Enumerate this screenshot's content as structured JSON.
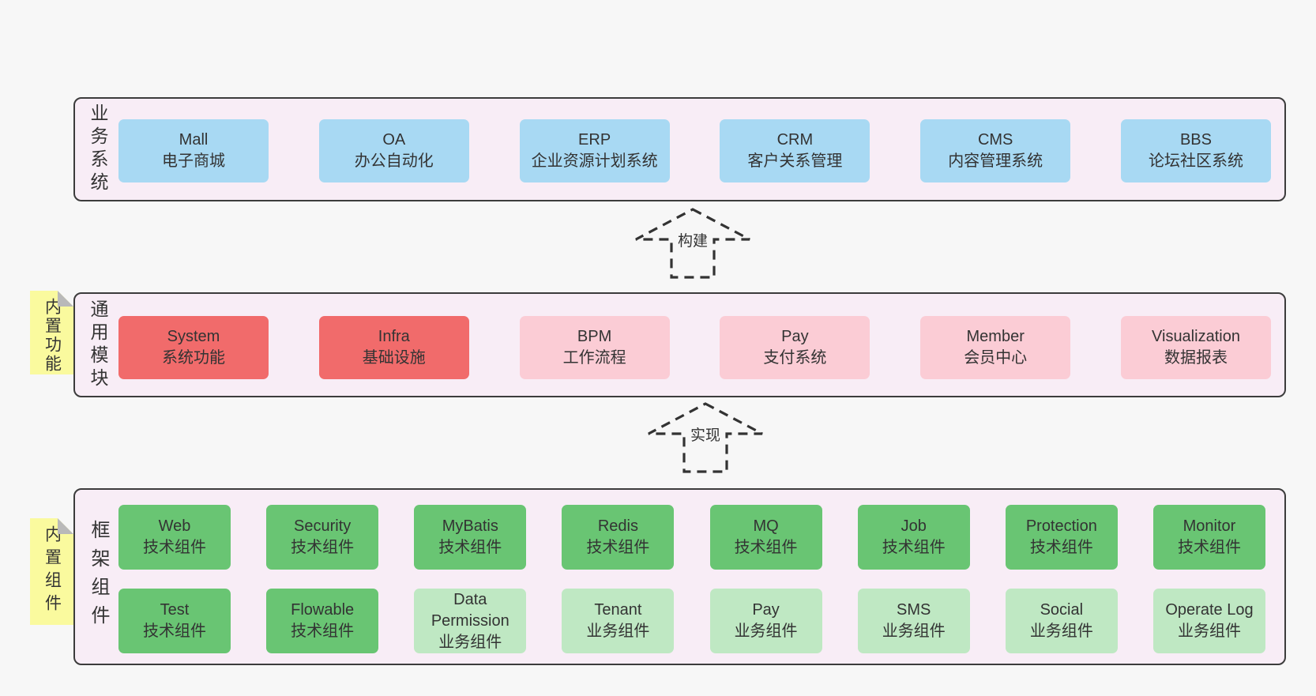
{
  "colors": {
    "page_bg": "#f7f7f7",
    "band_bg": "#f8edf6",
    "band_border": "#3c3c3c",
    "blue": "#a8d9f3",
    "red": "#f16b6b",
    "pink": "#fbccd5",
    "green_dark": "#69c573",
    "green_light": "#bfe8c3",
    "yellow": "#fafa9e",
    "fold_gray": "#b9b9b9",
    "text": "#333333",
    "arrow": "#333333"
  },
  "arrows": [
    {
      "label": "构建"
    },
    {
      "label": "实现"
    }
  ],
  "bands": [
    {
      "label": "业务系统",
      "boxes": [
        {
          "title": "Mall",
          "subtitle": "电子商城",
          "variant": "blue"
        },
        {
          "title": "OA",
          "subtitle": "办公自动化",
          "variant": "blue"
        },
        {
          "title": "ERP",
          "subtitle": "企业资源计划系统",
          "variant": "blue"
        },
        {
          "title": "CRM",
          "subtitle": "客户关系管理",
          "variant": "blue"
        },
        {
          "title": "CMS",
          "subtitle": "内容管理系统",
          "variant": "blue"
        },
        {
          "title": "BBS",
          "subtitle": "论坛社区系统",
          "variant": "blue"
        }
      ]
    },
    {
      "label": "通用模块",
      "sticky": "内置功能",
      "boxes": [
        {
          "title": "System",
          "subtitle": "系统功能",
          "variant": "red"
        },
        {
          "title": "Infra",
          "subtitle": "基础设施",
          "variant": "red"
        },
        {
          "title": "BPM",
          "subtitle": "工作流程",
          "variant": "pink"
        },
        {
          "title": "Pay",
          "subtitle": "支付系统",
          "variant": "pink"
        },
        {
          "title": "Member",
          "subtitle": "会员中心",
          "variant": "pink"
        },
        {
          "title": "Visualization",
          "subtitle": "数据报表",
          "variant": "pink"
        }
      ]
    },
    {
      "label": "框架组件",
      "sticky": "内置组件",
      "rows": [
        [
          {
            "title": "Web",
            "subtitle": "技术组件",
            "variant": "green"
          },
          {
            "title": "Security",
            "subtitle": "技术组件",
            "variant": "green"
          },
          {
            "title": "MyBatis",
            "subtitle": "技术组件",
            "variant": "green"
          },
          {
            "title": "Redis",
            "subtitle": "技术组件",
            "variant": "green"
          },
          {
            "title": "MQ",
            "subtitle": "技术组件",
            "variant": "green"
          },
          {
            "title": "Job",
            "subtitle": "技术组件",
            "variant": "green"
          },
          {
            "title": "Protection",
            "subtitle": "技术组件",
            "variant": "green"
          },
          {
            "title": "Monitor",
            "subtitle": "技术组件",
            "variant": "green"
          }
        ],
        [
          {
            "title": "Test",
            "subtitle": "技术组件",
            "variant": "green"
          },
          {
            "title": "Flowable",
            "subtitle": "技术组件",
            "variant": "green"
          },
          {
            "title": "Data Permission",
            "subtitle": "业务组件",
            "variant": "lgreen"
          },
          {
            "title": "Tenant",
            "subtitle": "业务组件",
            "variant": "lgreen"
          },
          {
            "title": "Pay",
            "subtitle": "业务组件",
            "variant": "lgreen"
          },
          {
            "title": "SMS",
            "subtitle": "业务组件",
            "variant": "lgreen"
          },
          {
            "title": "Social",
            "subtitle": "业务组件",
            "variant": "lgreen"
          },
          {
            "title": "Operate Log",
            "subtitle": "业务组件",
            "variant": "lgreen"
          }
        ]
      ]
    }
  ]
}
